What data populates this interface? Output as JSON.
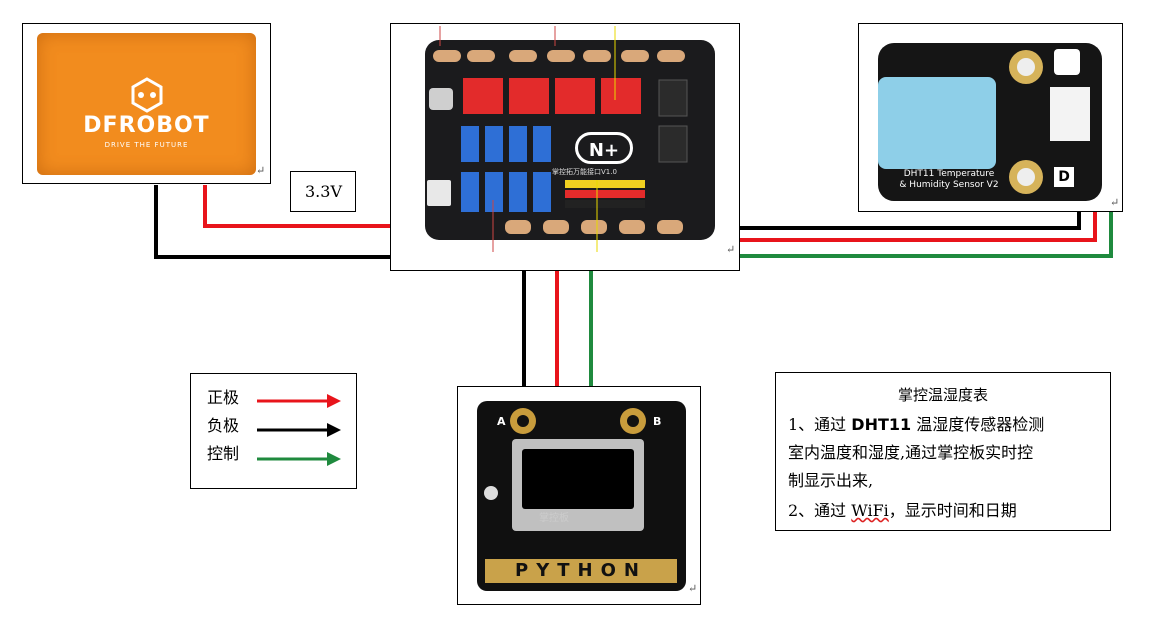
{
  "battery": {
    "brand": "DFROBOT",
    "tagline": "DRIVE THE FUTURE"
  },
  "voltage_label": "3.3V",
  "board": {
    "logo": "N+",
    "label": "掌控拓万能接口V1.0"
  },
  "sensor": {
    "label_line1": "DHT11 Temperature",
    "label_line2": "& Humidity Sensor V2",
    "badge": "D"
  },
  "controller": {
    "pad_a": "A",
    "pad_b": "B",
    "chip_text": "掌控板",
    "bottom_text": "PYTHON"
  },
  "legend": {
    "items": [
      {
        "label": "正极",
        "color": "#e8141b"
      },
      {
        "label": "负极",
        "color": "#000000"
      },
      {
        "label": "控制",
        "color": "#1f8a3e"
      }
    ]
  },
  "info": {
    "title": "掌控温湿度表",
    "line1_prefix": "1、通过 ",
    "line1_bold": "DHT11",
    "line1_suffix": " 温湿度传感器检测",
    "line2": "室内温度和湿度,通过掌控板实时控",
    "line3": "制显示出来,",
    "line4_prefix": "2、通过 ",
    "line4_wifi": "WiFi",
    "line4_suffix": "，显示时间和日期"
  },
  "colors": {
    "positive": "#e8141b",
    "negative": "#000000",
    "control": "#1f8a3e"
  }
}
